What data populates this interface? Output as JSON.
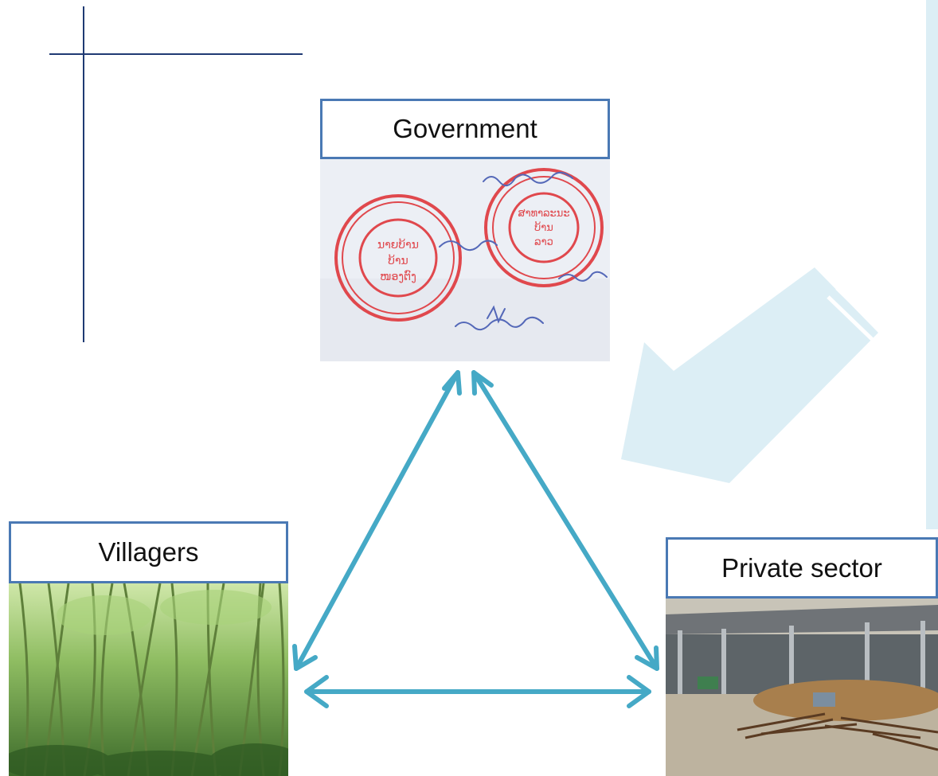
{
  "nodes": {
    "government": {
      "label": "Government",
      "image": "official-stamps-photo"
    },
    "villagers": {
      "label": "Villagers",
      "image": "bamboo-forest-photo"
    },
    "private": {
      "label": "Private sector",
      "image": "bamboo-processing-yard-photo"
    }
  },
  "relations": [
    {
      "from": "government",
      "to": "villagers",
      "direction": "both"
    },
    {
      "from": "government",
      "to": "private",
      "direction": "both"
    },
    {
      "from": "villagers",
      "to": "private",
      "direction": "both"
    }
  ],
  "colors": {
    "arrow": "#45a9c6",
    "label_border": "#4a79b4",
    "guide_lines": "#1f3a73",
    "big_arrow": "#dceef5",
    "stamp_red": "#e0484d",
    "ink_blue": "#5468b8"
  }
}
